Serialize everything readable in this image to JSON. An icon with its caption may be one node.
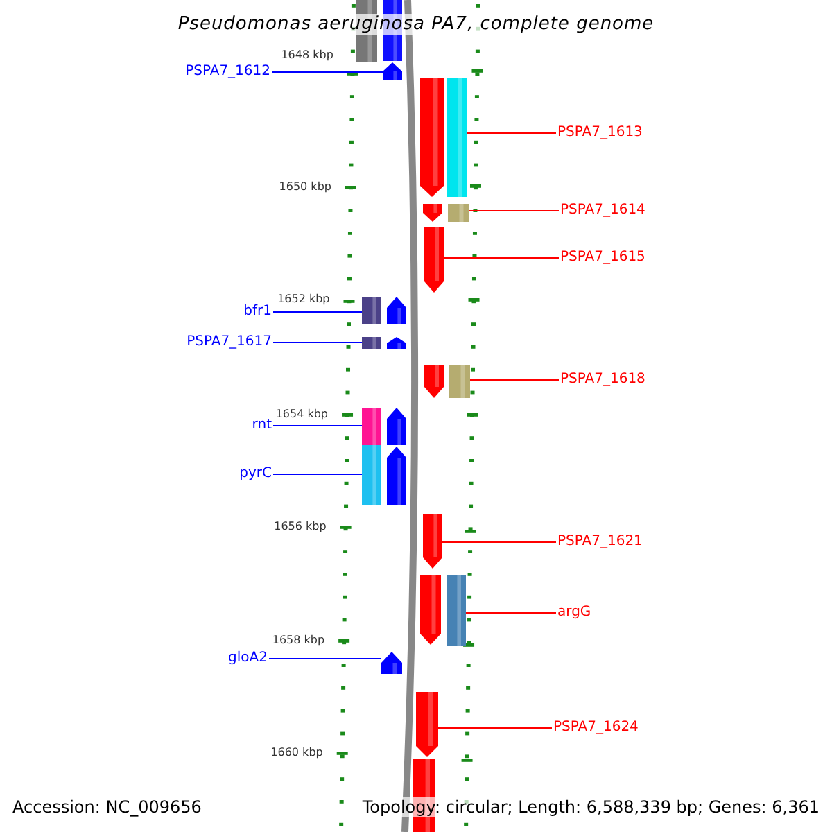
{
  "diagram": {
    "title": "Pseudomonas aeruginosa PA7, complete genome",
    "nodes": [
      {
        "text": [],
        "shape": "bar"
      },
      {
        "text": [],
        "shape": "bar"
      },
      {
        "text": [
          "PSPA7_1612"
        ]
      },
      {
        "text": [],
        "shape": "bar"
      },
      {
        "text": [
          "PSPA7_1613"
        ]
      },
      {
        "text": [],
        "shape": "bar"
      },
      {
        "text": [],
        "shape": "bar"
      },
      {
        "text": [
          "PSPA7_1614"
        ]
      },
      {
        "text": [],
        "shape": "bar"
      },
      {
        "text": [],
        "shape": "bar"
      },
      {
        "text": [
          "PSPA7_1615"
        ]
      },
      {
        "text": [],
        "shape": "bar"
      },
      {
        "text": [
          "bfr1"
        ]
      },
      {
        "text": [],
        "shape": "bar"
      },
      {
        "text": [],
        "shape": "bar"
      },
      {
        "text": [
          "PSPA7_1617"
        ]
      },
      {
        "text": [],
        "shape": "bar"
      },
      {
        "text": [],
        "shape": "bar"
      },
      {
        "text": [
          "PSPA7_1618"
        ]
      },
      {
        "text": [],
        "shape": "bar"
      },
      {
        "text": [],
        "shape": "bar"
      },
      {
        "text": [
          "rnt"
        ]
      },
      {
        "text": [],
        "shape": "bar"
      },
      {
        "text": [],
        "shape": "bar"
      },
      {
        "text": [
          "pyrC"
        ]
      },
      {
        "text": [],
        "shape": "bar"
      },
      {
        "text": [],
        "shape": "bar"
      },
      {
        "text": [
          "PSPA7_1621"
        ]
      },
      {
        "text": [],
        "shape": "bar"
      },
      {
        "text": [
          "argG"
        ]
      },
      {
        "text": [],
        "shape": "bar"
      },
      {
        "text": [],
        "shape": "bar"
      },
      {
        "text": [
          "gloA2"
        ]
      },
      {
        "text": [],
        "shape": "bar"
      },
      {
        "text": [
          "PSPA7_1624"
        ]
      },
      {
        "text": [],
        "shape": "bar"
      },
      {
        "text": [],
        "shape": "bar"
      }
    ],
    "edges": [
      {
        "from": 2,
        "to": 3,
        "arrow": "none",
        "color": "#0000ff"
      },
      {
        "from": 4,
        "to": 6,
        "arrow": "none",
        "color": "#ff0000"
      },
      {
        "from": 7,
        "to": 9,
        "arrow": "none",
        "color": "#ff0000"
      },
      {
        "from": 10,
        "to": 11,
        "arrow": "none",
        "color": "#ff0000"
      },
      {
        "from": 12,
        "to": 13,
        "arrow": "none",
        "color": "#0000ff"
      },
      {
        "from": 15,
        "to": 16,
        "arrow": "none",
        "color": "#0000ff"
      },
      {
        "from": 18,
        "to": 20,
        "arrow": "none",
        "color": "#ff0000"
      },
      {
        "from": 21,
        "to": 22,
        "arrow": "none",
        "color": "#0000ff"
      },
      {
        "from": 24,
        "to": 25,
        "arrow": "none",
        "color": "#0000ff"
      },
      {
        "from": 27,
        "to": 28,
        "arrow": "none",
        "color": "#ff0000"
      },
      {
        "from": 29,
        "to": 31,
        "arrow": "none",
        "color": "#ff0000"
      },
      {
        "from": 32,
        "to": 33,
        "arrow": "none",
        "color": "#0000ff"
      },
      {
        "from": 34,
        "to": 35,
        "arrow": "none",
        "color": "#ff0000"
      }
    ],
    "labels": [
      "1648 kbp",
      "1650 kbp",
      "1652 kbp",
      "1654 kbp",
      "1656 kbp",
      "1658 kbp",
      "1660 kbp",
      "Accession: NC_009656",
      "Topology: circular; Length: 6,588,339 bp; Genes: 6,361"
    ]
  }
}
